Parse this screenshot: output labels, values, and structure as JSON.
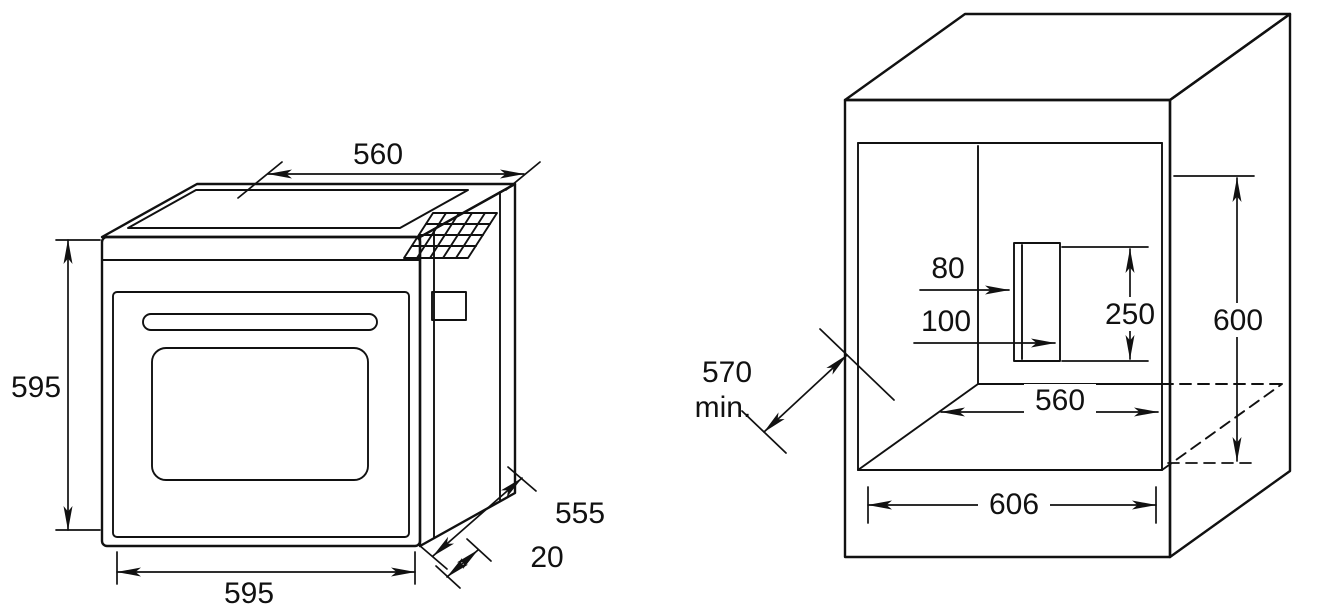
{
  "page": {
    "kind": "built-in oven installation dimensions diagram",
    "background": "#ffffff",
    "line_color": "#000000"
  },
  "oven_view": {
    "label": "oven-outline-drawing",
    "dims": {
      "top_width": "560",
      "height": "595",
      "width": "595",
      "depth": "555",
      "front_protrusion": "20"
    }
  },
  "cabinet_view": {
    "label": "cabinet-niche-drawing",
    "dims": {
      "cutout_width": "80",
      "cutout_offset": "100",
      "cutout_height": "250",
      "niche_height": "600",
      "depth_value": "570",
      "depth_qualifier": "min.",
      "niche_width": "560",
      "outer_width": "606"
    }
  }
}
